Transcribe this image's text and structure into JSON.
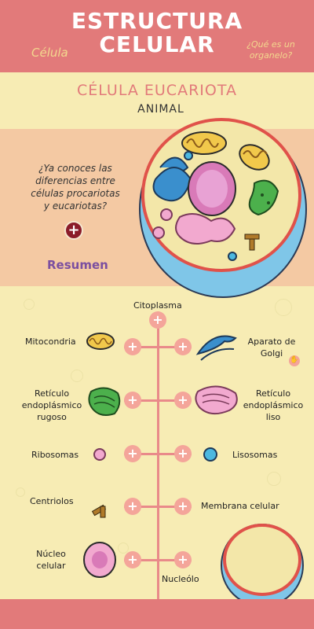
{
  "header": {
    "title_line1": "ESTRUCTURA",
    "title_line2": "CELULAR",
    "left_tag": "Célula",
    "right_tag": "¿Qué es un organelo?"
  },
  "subtitle": "CÉLULA EUCARIOTA",
  "subtitle2": "ANIMAL",
  "intro": {
    "question": "¿Ya conoces las diferencias entre células procariotas y eucariotas?",
    "plus_label": "+",
    "summary_label": "Resumen"
  },
  "timeline": {
    "top_label": "Citoplasma",
    "left": [
      "Mitocondria",
      "Retículo endoplásmico rugoso",
      "Ribosomas",
      "Centriolos",
      "Núcleo celular"
    ],
    "right": [
      "Aparato de Golgi",
      "Retículo endoplásmico liso",
      "Lisosomas",
      "Membrana celular",
      "Nucleólo"
    ],
    "plus": "+"
  },
  "colors": {
    "header": "#e27a7a",
    "background": "#f7ecb4",
    "peach_band": "#f4c9a3",
    "subtitle": "#e27a7a",
    "node": "#f4a59a",
    "timeline": "#e98a8a",
    "summary": "#7b4fa0"
  }
}
